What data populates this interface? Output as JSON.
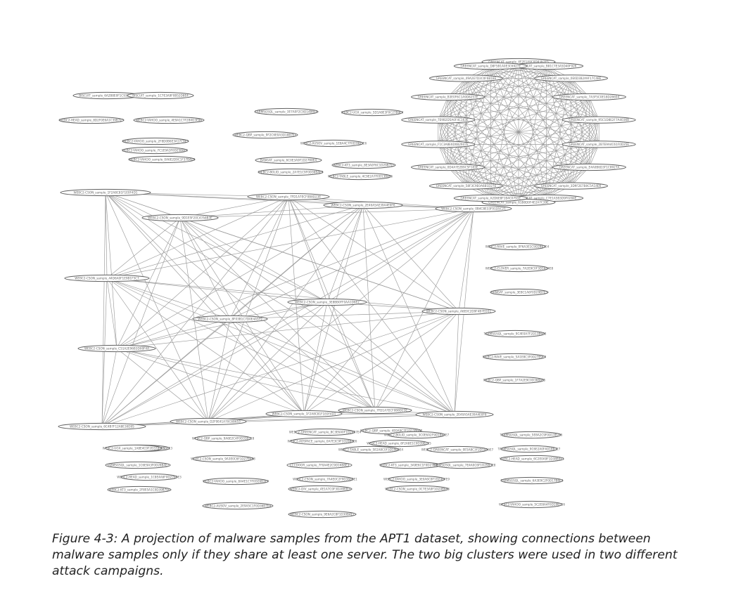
{
  "figure": {
    "caption": "Figure 4-3: A projection of malware samples from the APT1 dataset, showing connections between malware samples only if they share at least one server. The two big clusters were used in two different attack campaigns.",
    "edge_color": "#9a9a9a",
    "node_stroke_color": "#5f5f5f",
    "clusters": [
      {
        "name": "",
        "nodes": [
          "WEBC2-CSON_sample_1F2A8C81F1E0F4D1",
          "WEBC2-CSON_sample_7FD1A7ECF0B8D23E",
          "WEBC2-CSON_sample_2E40A5AE39A4E0F6",
          "WEBC2-CSON_sample_0B4C8E33F91D5C21",
          "WEBC2-CSON_sample_9D1E5F20C47A8B3E",
          "WEBC2-CSON_sample_44D6A0F1E9B1F5C7",
          "WEBC2-CSON_sample_3E8BB0FF0AA1D6E2",
          "WEBC2-CSON_sample_A6E0C2D9F4B7ED31",
          "WEBC2-CSON_sample_8F03B1C7D0E4A5F9",
          "WEBC2-CSON_sample_C51A2E96B3D08F4A",
          "WEBC2-CSON_sample_6C4B7F12A8E30D95",
          "WEBC2-CSON_sample_D2F9E41A70C8B653"
        ]
      },
      {
        "name": "",
        "nodes": [
          "GREENCAT_sample_4F2E1A9C0D83B7E5",
          "GREENCAT_sample_B81C7E3A5D40F926",
          "GREENCAT_sample_0E6D3B2A9F17C48E",
          "GREENCAT_sample_7A3F5C0E18D2B694",
          "GREENCAT_sample_95C1D8E2F7A4036B",
          "GREENCAT_sample_2B7E9A4C61F0D35E",
          "GREENCAT_sample_E4A0B6D3F1C8927A",
          "GREENCAT_sample_3D9F2E7B0C5A14E6",
          "GREENCAT_sample_C7E1A5B3D9F0284E",
          "GREENCAT_sample_61B8D0F4E2A7C39E",
          "GREENCAT_sample_A2D6E8F1B4C0793E",
          "GREENCAT_sample_58F3C9E0A6B1D27E",
          "GREENCAT_sample_0D4A7E2B9C5F183E",
          "GREENCAT_sample_F1C3A8E6D0B2947E",
          "GREENCAT_sample_7E9B2D5A0F4C163E",
          "GREENCAT_sample_B3E0F6C1A9D8257E",
          "GREENCAT_sample_49A2E7D3C0F6B18E",
          "GREENCAT_sample_D8F5B1A0E3C6927E"
        ]
      }
    ],
    "isolated_nodes": [
      "BISCUIT_sample_6A2B8E0F1C93D4E7",
      "BISCUIT_sample_1C7E3A9F0B52D8E4",
      "WEBC2-HEAD_sample_8D2F0E6A1C39B7E5",
      "WEBC2-YAHOO_sample_4E9A1C7F2B0D3E86",
      "WEBC2-YAHOO_sample_2F8D0B6E3A17C9E5",
      "WEBC2-YAHOO_sample_7C1E9A3F0D25B8E6",
      "WEBC2-YAHOO_sample_0A6E2D9C1F37B4E8",
      "TABMSGSQL_sample_3E7A0F2C9D14B6E8",
      "WEBC2-UGX_sample_5D1A8E3F0C27B9E4",
      "WEBC2-QBP_sample_9F2C6E0A3D18B7E5",
      "WEBC2-AUSOV_sample_1E8A4C7F0D39B2E6",
      "BANGAT_sample_6C0E3A9F1D27B8E4",
      "WEBC2-BOLID_sample_2A7E1C9F0D36B4E8",
      "WEBC2-KT3_sample_8E3A0F6C1D29B7E5",
      "WEBC2-TABLE_sample_4C9E2A7F0D13B8E6",
      "WEBC2-RAVE_sample_0F6A3E1C9D28B7E4",
      "WEBC2-CLOVER_sample_7A2E9C0F3D16B4E8",
      "BANGAT_sample_3E8C1A6F0D29B7E5",
      "TABMSGSQL_sample_9C4E0A7F2D13B6E8",
      "WEBC2-RAVE_sample_5A1E8C3F0D27B9E4",
      "WEBC2-QBP_sample_1F7A2E9C0D36B8E5",
      "WEBC2-GREENCAT_sample_8C3E6A0F1D29B7E4",
      "WEBC2-QBP_sample_4E0A9C7F2D13B6E8",
      "WEBC2-ADSPACE_sample_0A7E3C9F1D28B4E6",
      "WEBC2-HEAD_sample_6F2A8E1C0D39B7E5",
      "WEBC2-YAHOO_sample_2C9E4A7F0D16B8E3",
      "WEBC2-CSON_sample_9A3E0C6F1D27B4E8",
      "TABMSGSQL_sample_5E8A2C9F0D13B7E6",
      "TABMSGSQL_sample_1C6E9A3F0D28B4E7",
      "CCCDOOR_sample_7F0A4E2C9D16B8E3",
      "WEBC2-KT3_sample_3A9E6C1F0D27B7E4",
      "WEBC2-GREENCAT_sample_0E5A8C3F2D19B6E7",
      "WEBC2-HEAD_sample_6C2E0A9F1D38B4E5",
      "WEBC2-KT3_sample_2F8E5A1C0D39B7E6",
      "WEBC2-YAHOO_sample_8A4E1C7F0D26B3E9",
      "WEBC2-DIV_sample_4E1A7C0F3D28B9E5",
      "WEBC2-CSON_sample_0C7E3A9F1D24B6E8",
      "TABMSGSQL_sample_6A3E9C2F0D17B8E4",
      "WEBC2-AUSOV_sample_2E9A5C1F0D36B7E8",
      "WEBC2-CSON_sample_9E6A2C8F1D30B4E7",
      "WEBC2-YAHOO_sample_5C2E8A4F0D19B7E6",
      "WEBC2-UGX_sample_1A8E4C0F2D37B9E5",
      "TABMSGSQL_sample_7E4A0C6F1D29B3E8",
      "WEBC2-BOLID_sample_3C0E6A2F9D18B4E7",
      "WEBC2-QBP_sample_9A6E2C4F0D31B7E8",
      "WEBC2-TABLE_sample_5E2A8C0F3D19B6E4",
      "WEBC2-HEAD_sample_1C8E4A6F0D27B9E3",
      "WEBC2-CSON_sample_7A4E0C2F9D36B8E1",
      "WEBC2-YAHOO_sample_3E0A6C8F1D24B7E9",
      "TABMSGSQL_sample_9C6E2A0F4D18B3E7"
    ]
  }
}
